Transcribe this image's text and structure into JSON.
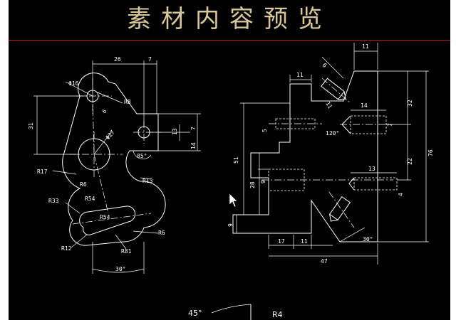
{
  "title": "素材内容预览",
  "colors": {
    "background": "#000000",
    "title": "#d9c89a",
    "rule": "#b3261e",
    "lines": "#ffffff"
  },
  "left_view": {
    "dims": {
      "d26": "26",
      "d7": "7",
      "phi16": "Φ16",
      "r8": "R8",
      "d31": "31",
      "d13": "13",
      "d7b": "7",
      "d14": "14",
      "phi27": "Φ27",
      "d6": "6",
      "a85": "85°",
      "r17": "R17",
      "r6a": "R6",
      "r13": "R13",
      "r33": "R33",
      "r54a": "R54",
      "r54b": "R54",
      "r12": "R12",
      "r81": "R81",
      "r6b": "R6",
      "a30": "30°"
    }
  },
  "right_view": {
    "dims": {
      "d11top": "11",
      "d6": "6",
      "d11a": "11",
      "d11b": "11",
      "d32": "32",
      "d14": "14",
      "d76": "76",
      "d5": "5",
      "d7": "7",
      "a120": "120°",
      "d51": "51",
      "d22": "22",
      "d13": "13",
      "d28": "28",
      "d9a": "9",
      "d4": "4",
      "d9b": "9",
      "a30": "30°",
      "d17": "17",
      "d11c": "11",
      "d47": "47"
    }
  },
  "bottom": {
    "angle": "45°",
    "radius": "R4"
  }
}
